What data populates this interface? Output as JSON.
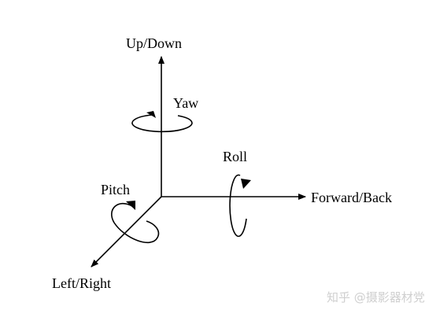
{
  "axes": {
    "up_down": "Up/Down",
    "forward_back": "Forward/Back",
    "left_right": "Left/Right"
  },
  "rotations": {
    "yaw": "Yaw",
    "roll": "Roll",
    "pitch": "Pitch"
  },
  "watermark": "知乎 @摄影器材党",
  "colors": {
    "ink": "#000000",
    "background": "#ffffff",
    "watermark": "#cfcfcf"
  }
}
